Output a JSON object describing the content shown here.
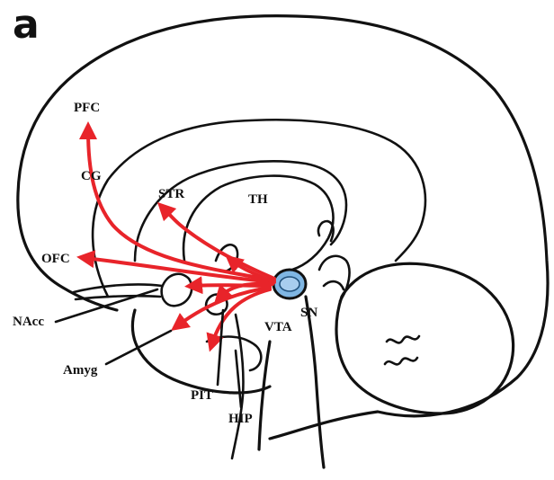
{
  "panel_letter": "a",
  "labels": {
    "pfc": "PFC",
    "cg": "CG",
    "str": "STR",
    "th": "TH",
    "ofc": "OFC",
    "nacc": "NAcc",
    "sn": "SN",
    "vta": "VTA",
    "amyg": "Amyg",
    "pit": "PIT",
    "hip": "HIP"
  },
  "colors": {
    "pathway": "#e8242a",
    "vta_fill": "#7fb6e3",
    "outline": "#111111"
  }
}
